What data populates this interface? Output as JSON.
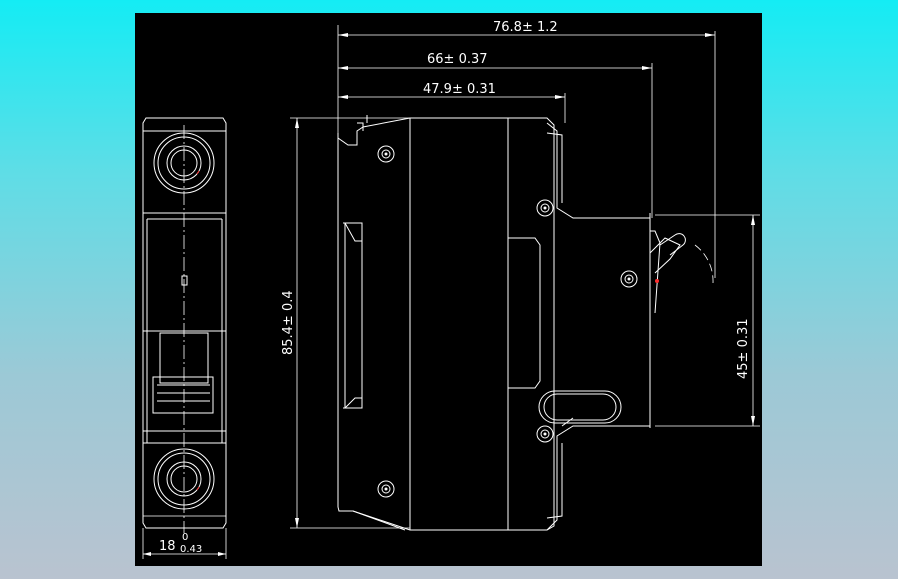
{
  "drawing": {
    "dims": {
      "total_width": "76.8± 1.2",
      "width_66": "66± 0.37",
      "width_47": "47.9± 0.31",
      "height_85": "85.4± 0.4",
      "height_45": "45± 0.31",
      "side_width_main": "18",
      "side_tol_upper": "0",
      "side_tol_lower": "0.43"
    }
  },
  "colors": {
    "background_top": "#14ecf4",
    "background_bottom": "#b9c3d0",
    "canvas": "#000000",
    "lines": "#ffffff",
    "accent_red": "#ff3030"
  }
}
